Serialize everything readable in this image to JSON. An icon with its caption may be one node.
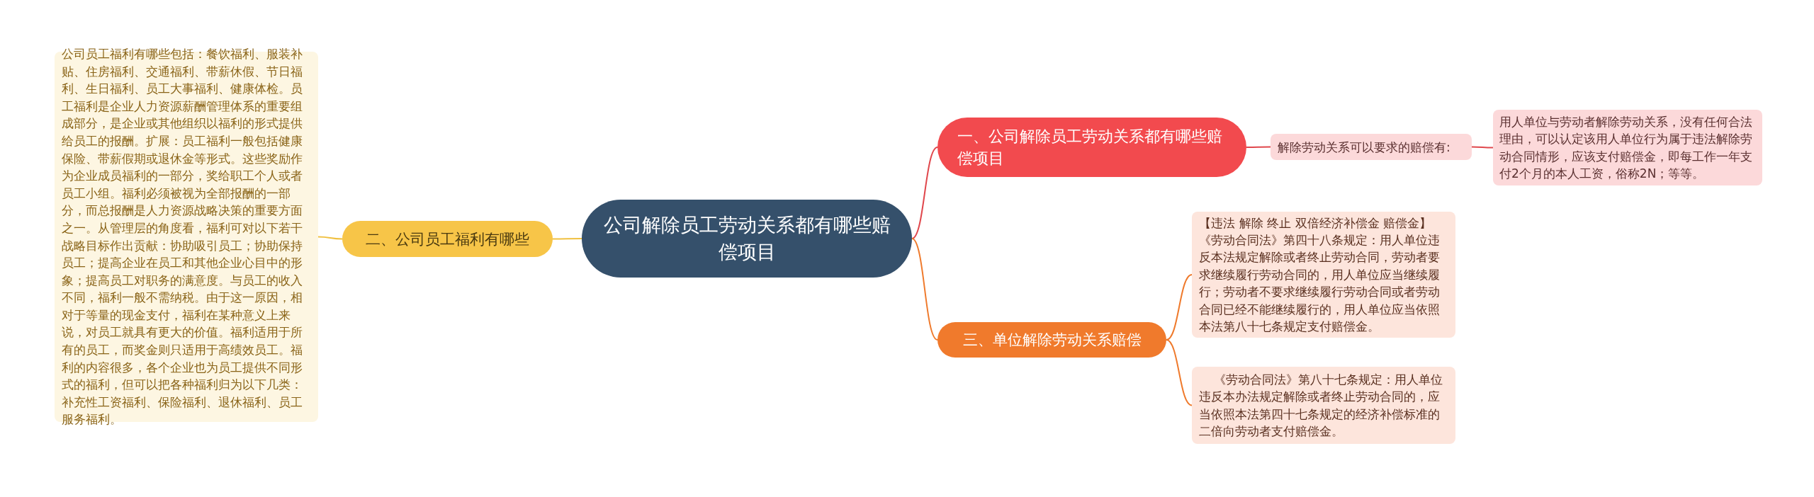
{
  "diagram": {
    "nodes": [
      {
        "text": [
          "公司解除员工劳动关系都有哪些赔偿项目"
        ]
      },
      {
        "text": [
          "一、公司解除员工劳动关系都有哪些赔偿项目"
        ]
      },
      {
        "text": [
          "解除劳动关系可以要求的赔偿有:"
        ]
      },
      {
        "text": [
          "用人单位与劳动者解除劳动关系，没有任何合法理由，可以认定该用人单位行为属于违法解除劳动合同情形，应该支付赔偿金，即每工作一年支付2个月的本人工资，俗称2N；等等。"
        ]
      },
      {
        "text": [
          "二、公司员工福利有哪些"
        ]
      },
      {
        "text": [
          "公司员工福利有哪些包括：餐饮福利、服装补贴、住房福利、交通福利、带薪休假、节日福利、生日福利、员工大事福利、健康体检。员工福利是企业人力资源薪酬管理体系的重要组成部分，是企业或其他组织以福利的形式提供给员工的报酬。扩展：员工福利一般包括健康保险、带薪假期或退休金等形式。这些奖励作为企业成员福利的一部分，奖给职工个人或者员工小组。福利必须被视为全部报酬的一部分，而总报酬是人力资源战略决策的重要方面之一。从管理层的角度看，福利可对以下若干战略目标作出贡献：协助吸引员工；协助保持员工；提高企业在员工和其他企业心目中的形象；提高员工对职务的满意度。与员工的收入不同，福利一般不需纳税。由于这一原因，相对于等量的现金支付，福利在某种意义上来说，对员工就具有更大的价值。福利适用于所有的员工，而奖金则只适用于高绩效员工。福利的内容很多，各个企业也为员工提供不同形式的福利，但可以把各种福利归为以下几类：补充性工资福利、保险福利、退休福利、员工服务福利。"
        ]
      },
      {
        "text": [
          "三、单位解除劳动关系赔偿"
        ]
      },
      {
        "text": [
          "【违法 解除 终止 双倍经济补偿金 赔偿金】《劳动合同法》第四十八条规定：用人单位违反本法规定解除或者终止劳动合同，劳动者要求继续履行劳动合同的，用人单位应当继续履行；劳动者不要求继续履行劳动合同或者劳动合同已经不能继续履行的，用人单位应当依照本法第八十七条规定支付赔偿金。"
        ]
      },
      {
        "text": [
          "《劳动合同法》第八十七条规定：用人单位违反本办法规定解除或者终止劳动合同的，应当依照本法第四十七条规定的经济补偿标准的二倍向劳动者支付赔偿金。"
        ]
      }
    ],
    "edges": [
      {
        "from": 0,
        "to": 1,
        "arrow": "none",
        "color": "#e0474c"
      },
      {
        "from": 1,
        "to": 2,
        "arrow": "none",
        "color": "#e0474c"
      },
      {
        "from": 2,
        "to": 3,
        "arrow": "none",
        "color": "#e0474c"
      },
      {
        "from": 0,
        "to": 4,
        "arrow": "none",
        "color": "#f0c040"
      },
      {
        "from": 4,
        "to": 5,
        "arrow": "none",
        "color": "#f0c040"
      },
      {
        "from": 0,
        "to": 6,
        "arrow": "none",
        "color": "#ef7a2c"
      },
      {
        "from": 6,
        "to": 7,
        "arrow": "none",
        "color": "#ef7a2c"
      },
      {
        "from": 6,
        "to": 8,
        "arrow": "none",
        "color": "#ef7a2c"
      }
    ]
  }
}
